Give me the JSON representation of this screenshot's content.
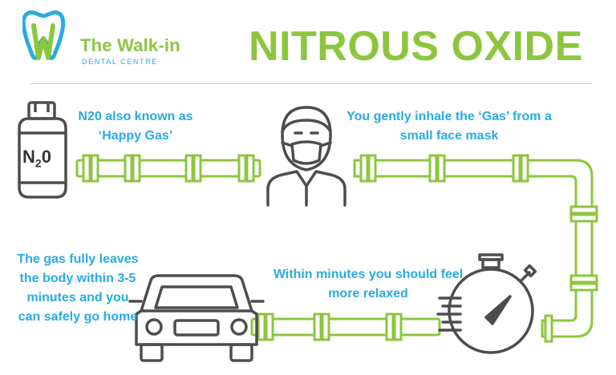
{
  "brand": {
    "name": "The Walk-in",
    "subtitle": "DENTAL CENTRE",
    "logo_icon": "tooth-w-logo"
  },
  "title": "NITROUS OXIDE",
  "colors": {
    "green": "#8cc63f",
    "blue": "#29abe2",
    "icon": "#4d4d4d"
  },
  "steps": [
    {
      "icon": "gas-cylinder-icon",
      "cylinder_label": "N",
      "cylinder_sub": "2",
      "cylinder_label_end": "0",
      "text": "N20 also known as ‘Happy Gas’"
    },
    {
      "icon": "masked-person-icon",
      "text": "You gently inhale the ‘Gas’ from a small face mask"
    },
    {
      "icon": "stopwatch-icon",
      "text": "Within minutes you should feel more relaxed"
    },
    {
      "icon": "car-icon",
      "text": "The gas fully leaves the body within 3-5 minutes and you can safely go home"
    }
  ]
}
